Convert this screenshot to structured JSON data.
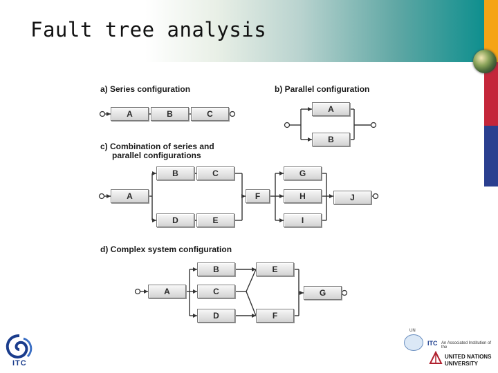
{
  "title": "Fault tree analysis",
  "sections": {
    "a": "a) Series configuration",
    "b": "b) Parallel configuration",
    "c_line1": "c) Combination of series and",
    "c_line2": "parallel configurations",
    "d": "d) Complex system configuration"
  },
  "components": {
    "a": [
      "A",
      "B",
      "C"
    ],
    "b": [
      "A",
      "B"
    ],
    "c": [
      "A",
      "B",
      "C",
      "D",
      "E",
      "F",
      "G",
      "H",
      "I",
      "J"
    ],
    "d": [
      "A",
      "B",
      "C",
      "D",
      "E",
      "F",
      "G"
    ]
  },
  "footer": {
    "itc": "ITC",
    "itc_assoc": "An Associated Institution of the",
    "un_line1": "UNITED NATIONS",
    "un_line2": "UNIVERSITY",
    "un_small": "UN"
  },
  "colors": {
    "stripe1": "#f5a414",
    "stripe2": "#c4263a",
    "stripe3": "#2a3f8f",
    "header_end": "#0e8f8e"
  }
}
